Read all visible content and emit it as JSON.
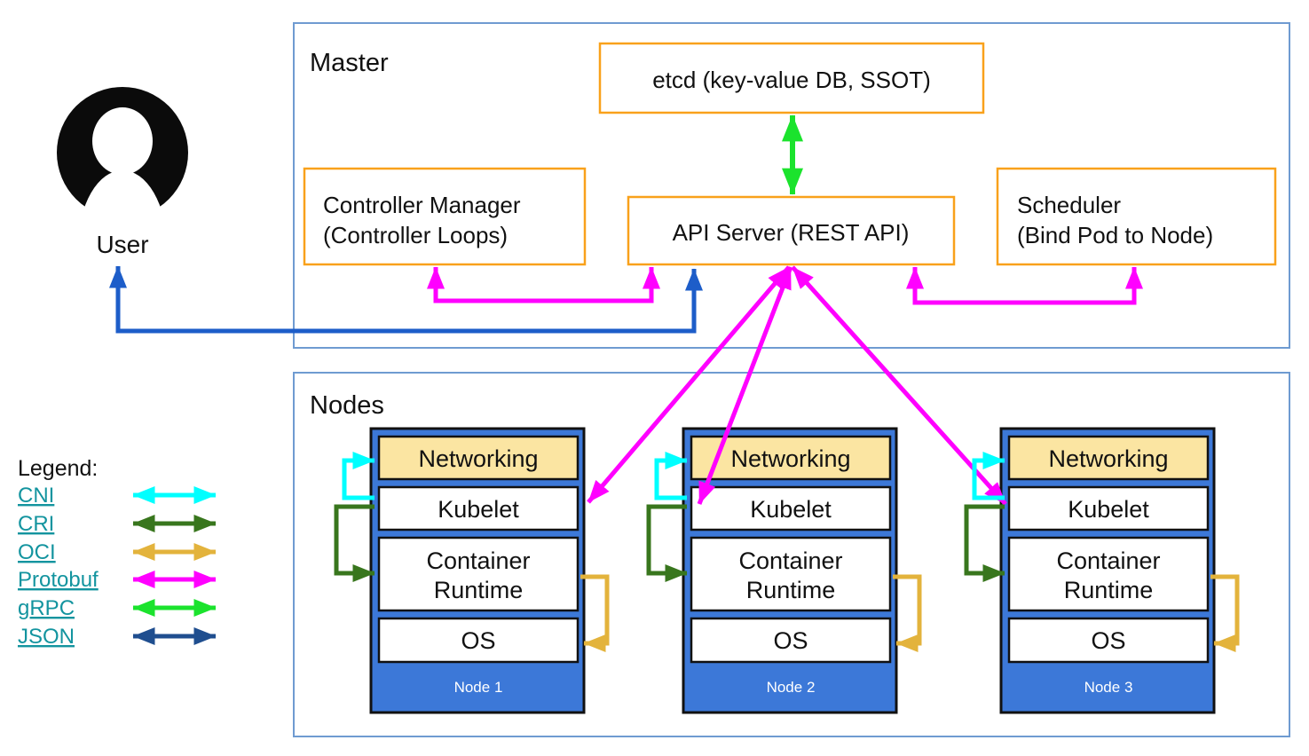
{
  "user": {
    "label": "User"
  },
  "master": {
    "label": "Master",
    "etcd_label": "etcd (key-value DB, SSOT)",
    "controller_manager_line1": "Controller Manager",
    "controller_manager_line2": "(Controller Loops)",
    "api_server_label": "API Server (REST API)",
    "scheduler_line1": "Scheduler",
    "scheduler_line2": "(Bind Pod to Node)"
  },
  "nodes_section": {
    "label": "Nodes",
    "layers": {
      "networking": "Networking",
      "kubelet": "Kubelet",
      "container_runtime_line1": "Container",
      "container_runtime_line2": "Runtime",
      "os": "OS"
    },
    "items": [
      {
        "label": "Node 1"
      },
      {
        "label": "Node 2"
      },
      {
        "label": "Node 3"
      }
    ]
  },
  "legend": {
    "title": "Legend:",
    "items": [
      {
        "label": "CNI"
      },
      {
        "label": "CRI"
      },
      {
        "label": "OCI"
      },
      {
        "label": "Protobuf"
      },
      {
        "label": "gRPC"
      },
      {
        "label": "JSON"
      }
    ]
  },
  "connections": [
    {
      "from": "etcd",
      "to": "API Server",
      "protocol": "gRPC"
    },
    {
      "from": "Controller Manager",
      "to": "API Server",
      "protocol": "Protobuf"
    },
    {
      "from": "Scheduler",
      "to": "API Server",
      "protocol": "Protobuf"
    },
    {
      "from": "User",
      "to": "API Server",
      "protocol": "JSON"
    },
    {
      "from": "API Server",
      "to": "Kubelet (Node 1)",
      "protocol": "Protobuf"
    },
    {
      "from": "API Server",
      "to": "Kubelet (Node 2)",
      "protocol": "Protobuf"
    },
    {
      "from": "API Server",
      "to": "Kubelet (Node 3)",
      "protocol": "Protobuf"
    },
    {
      "from": "Kubelet",
      "to": "Networking",
      "protocol": "CNI"
    },
    {
      "from": "Kubelet",
      "to": "Container Runtime",
      "protocol": "CRI"
    },
    {
      "from": "Container Runtime",
      "to": "OS",
      "protocol": "OCI"
    }
  ],
  "colors": {
    "frame": "#6f9bd1",
    "box_border": "#f9a11b",
    "node_fill": "#3c78d8",
    "networking_fill": "#fbe5a2",
    "link": "#13949f",
    "cni": "#00ffff",
    "cri": "#38761d",
    "oci": "#e3b33c",
    "protobuf": "#ff00ff",
    "grpc": "#1be32d",
    "json": "#1f4e8f",
    "json_user": "#1d5dc9"
  }
}
